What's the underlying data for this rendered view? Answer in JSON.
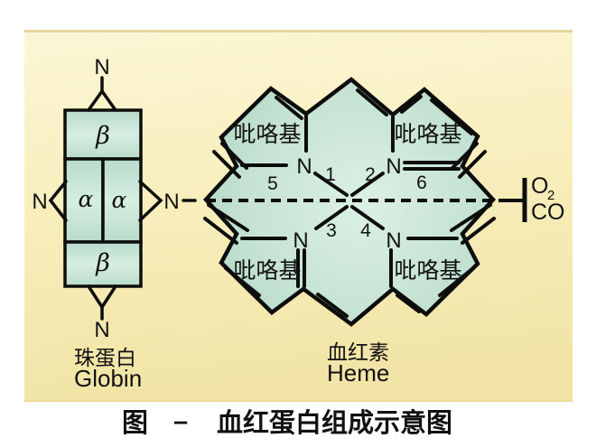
{
  "figure": {
    "caption": {
      "prefix": "图",
      "dash": "–",
      "title": "血红蛋白组成示意图"
    },
    "colors": {
      "panel_bg": "#f8efbe",
      "panel_bg_light": "#fcf6d6",
      "panel_bg_dark": "#f2e4a6",
      "panel_edge": "#e6d69e",
      "shape_fill": "#c4e2d3",
      "shape_fill_light": "#dcf0e5",
      "shape_fill_dark": "#b0d5c4",
      "line": "#0d0d0d"
    }
  },
  "globin": {
    "name_cn": "珠蛋白",
    "name_en": "Globin",
    "n_label": "N",
    "subunits": {
      "beta_top": "β",
      "alpha_left": "α",
      "alpha_right": "α",
      "beta_bottom": "β"
    }
  },
  "heme": {
    "name_cn": "血红素",
    "name_en": "Heme",
    "n_label": "N",
    "pyrrole_label": "吡咯基",
    "positions": {
      "p1": "1",
      "p2": "2",
      "p3": "3",
      "p4": "4",
      "p5": "5",
      "p6": "6"
    }
  },
  "ligands": {
    "o_main": "O",
    "o_sub": "2",
    "co": "CO"
  }
}
